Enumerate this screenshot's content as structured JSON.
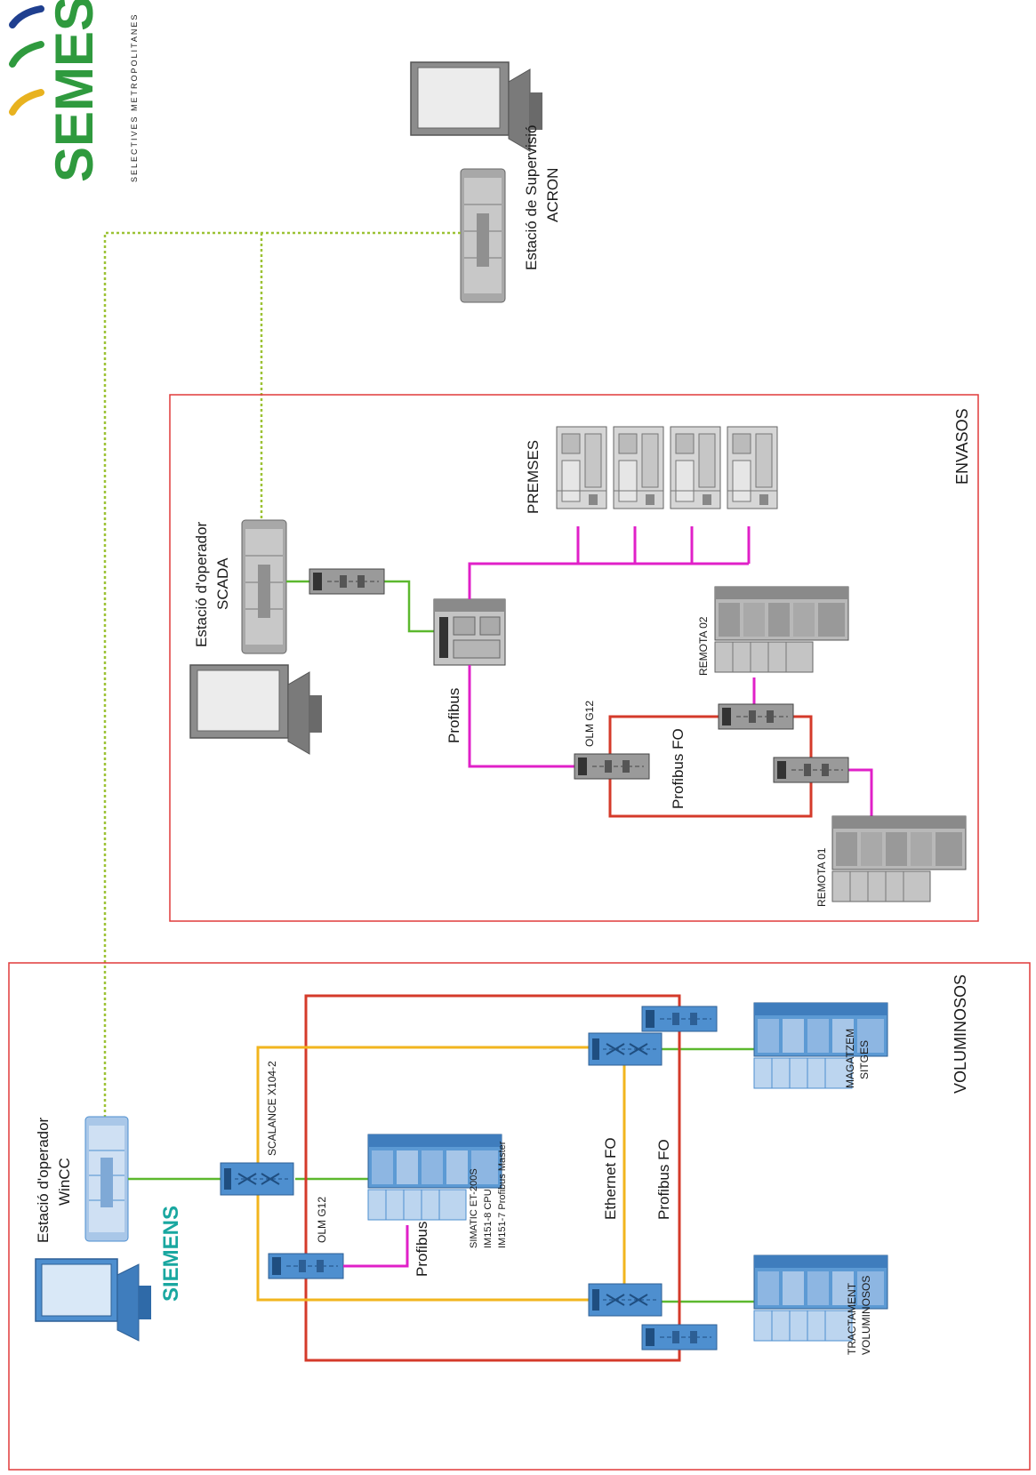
{
  "logo": {
    "name": "SEMESA",
    "tagline": "SELECTIVES METROPOLITANES",
    "colors": {
      "green": "#2f9a3e",
      "blue": "#1f3f8f",
      "gold": "#e8b21f"
    }
  },
  "brand_siemens": "SIEMENS",
  "colors": {
    "zone_border": "#e03a3a",
    "ring": "#d43a2a",
    "profibus": "#e020c8",
    "ethernet_green": "#5cb82e",
    "ethernet_fo_yellow": "#f2b51e",
    "dotted_link": "#9cc234",
    "device_blue": "#4e8fcf",
    "device_gray": "#8c8c8c",
    "siemens_teal": "#19a7a0"
  },
  "zones": {
    "voluminosos": "VOLUMINOSOS",
    "envasos": "ENVASOS"
  },
  "stations": {
    "acron_line1": "Estació de Supervisió",
    "acron_line2": "ACRON",
    "scada_line1": "Estació d'operador",
    "scada_line2": "SCADA",
    "wincc_line1": "Estació d'operador",
    "wincc_line2": "WinCC"
  },
  "envasos": {
    "premses": "PREMSES",
    "profibus": "Profibus",
    "olm": "OLM G12",
    "profibus_fo": "Profibus FO",
    "remota_01": "REMOTA 01",
    "remota_02": "REMOTA 02"
  },
  "voluminosos": {
    "scalance": "SCALANCE X104-2",
    "olm": "OLM G12",
    "profibus": "Profibus",
    "simatic_line1": "SIMATIC ET-200S",
    "simatic_line2": "IM151-8 CPU",
    "simatic_line3": "IM151-7 Profibus Master",
    "ethernet_fo": "Ethernet FO",
    "profibus_fo": "Profibus FO",
    "magatzem_line1": "MAGATZEM",
    "magatzem_line2": "SITGES",
    "tractament_line1": "TRACTAMENT",
    "tractament_line2": "VOLUMINOSOS"
  }
}
